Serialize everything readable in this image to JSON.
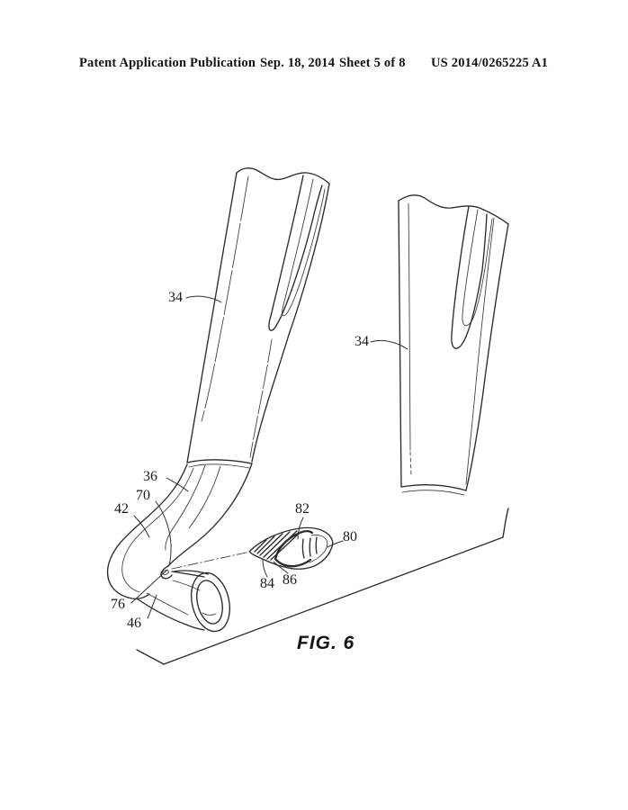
{
  "header": {
    "publication": "Patent Application Publication",
    "date": "Sep. 18, 2014",
    "sheet": "Sheet 5 of 8",
    "patent_number": "US 2014/0265225 A1"
  },
  "figure": {
    "caption": "FIG. 6",
    "reference_numerals": {
      "n34_left": "34",
      "n34_right": "34",
      "n36": "36",
      "n70": "70",
      "n42": "42",
      "n76": "76",
      "n46": "46",
      "n82": "82",
      "n80": "80",
      "n84": "84",
      "n86": "86"
    }
  }
}
